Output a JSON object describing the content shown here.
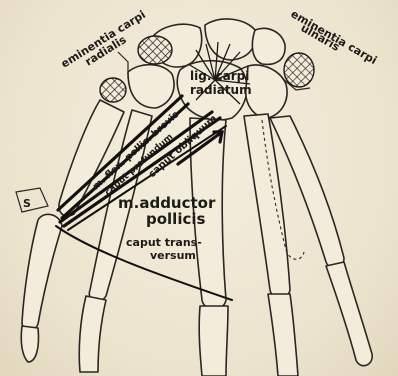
{
  "labels": {
    "eminentia_carpi_radialis_line1": "eminentia carpi",
    "eminentia_carpi_radialis_line2": "radialis",
    "eminentia_carpi_ulnaris_line1": "eminentia carpi",
    "eminentia_carpi_ulnaris_line2": "ulnaris",
    "lig_carpi_radiatum_line1": "lig. carpi",
    "lig_carpi_radiatum_line2": "radiatum",
    "flexor_pollicis_brevis_line1": "m. flex. pollic. brevis",
    "flexor_pollicis_brevis_line2": "caput profundum",
    "caput_obliquum": "caput obliquum",
    "adductor_pollicis_line1": "m.adductor",
    "adductor_pollicis_line2": "pollicis",
    "caput_transversum_line1": "caput trans-",
    "caput_transversum_line2": "versum",
    "s_marker": "S"
  },
  "colors": {
    "paper": "#efe7d3",
    "ink": "#1d1b19"
  }
}
